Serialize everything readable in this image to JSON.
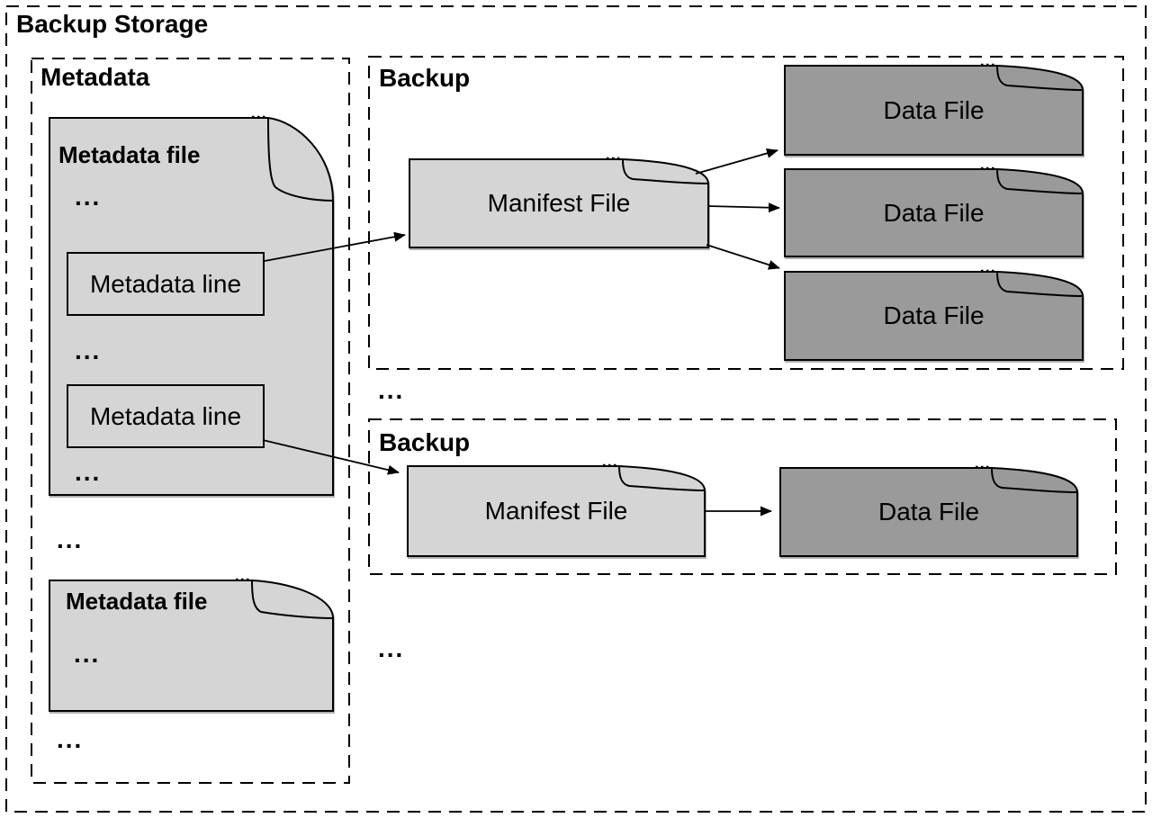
{
  "colors": {
    "light_file": "#d5d5d5",
    "dark_file": "#9a9a9a",
    "line": "#000000"
  },
  "root": {
    "title": "Backup Storage"
  },
  "metadata_section": {
    "label": "Metadata",
    "files": [
      {
        "title": "Metadata file",
        "ellipsis_top": "...",
        "line1": "Metadata line",
        "ellipsis_mid": "...",
        "line2": "Metadata line",
        "ellipsis_bottom": "..."
      },
      {
        "title": "Metadata file",
        "ellipsis": "..."
      }
    ],
    "ellipsis_between_files": "...",
    "ellipsis_end": "..."
  },
  "backups": [
    {
      "label": "Backup",
      "manifest": "Manifest File",
      "data_files": [
        "Data File",
        "Data File",
        "Data File"
      ]
    },
    {
      "label": "Backup",
      "manifest": "Manifest File",
      "data_files": [
        "Data File"
      ]
    }
  ],
  "backups_gap_ellipsis": "...",
  "backups_end_ellipsis": "..."
}
